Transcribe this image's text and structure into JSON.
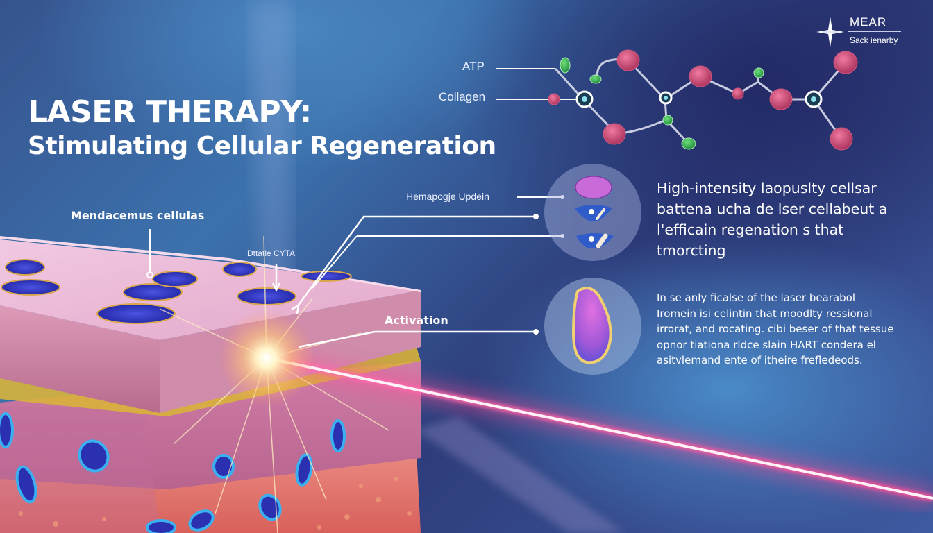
{
  "brand": {
    "name": "MEAR",
    "tagline": "Sack ienarby",
    "icon": "sparkle-star-icon"
  },
  "title": {
    "line1": "LASER THERAPY:",
    "line2": "Stimulating Cellular Regeneration"
  },
  "molecule_labels": {
    "atp": "ATP",
    "collagen": "Collagen"
  },
  "tissue_labels": {
    "cells": "Mendacemus cellulas",
    "cyta": "Dttatle CYTA",
    "activation": "Activation",
    "organelle": "Hemapogje Updein"
  },
  "paragraphs": {
    "upper": [
      "High-intensity laopuslty cellsar",
      "battena ucha de lser cellabeut a",
      "l'efficain regenation s that",
      "tmorcting"
    ],
    "lower": [
      "In se anly ficalse of the laser bearabol",
      "Iromein isi celintin that moodlty ressional",
      "irrorat, and rocating. cibi beser of that tessue",
      "opnor tiationa rldce slain HART condera el",
      "asitvlemand ente of itheire frefledeods."
    ]
  },
  "colors": {
    "background_top": "#3c72ad",
    "background_dark": "#232a66",
    "tissue_top": "#e8b6d6",
    "tissue_side": "#c77ea0",
    "dermis": "#c86f9a",
    "laser": "#ff5fa2",
    "cell_blue": "#2a2fb0",
    "atom_pink": "#c8476e",
    "atom_green": "#2aa84a",
    "atom_teal": "#1f4f66"
  }
}
